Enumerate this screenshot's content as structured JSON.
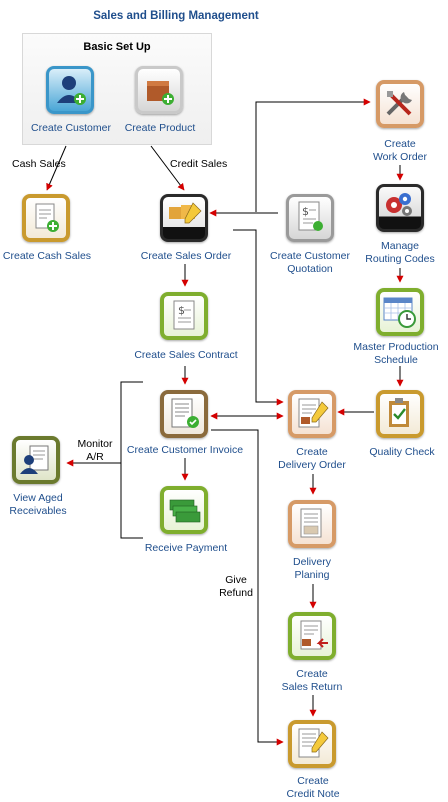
{
  "title": "Sales and Billing Management",
  "basic_setup": {
    "heading": "Basic Set Up",
    "create_customer": "Create Customer",
    "create_product": "Create Product"
  },
  "edges": {
    "cash_sales": "Cash Sales",
    "credit_sales": "Credit Sales",
    "monitor_ar": [
      "Monitor",
      "A/R"
    ],
    "give_refund": [
      "Give",
      "Refund"
    ]
  },
  "nodes": {
    "create_cash_sales": [
      "Create Cash Sales"
    ],
    "create_sales_order": [
      "Create Sales Order"
    ],
    "create_sales_contract": [
      "Create Sales Contract"
    ],
    "create_customer_invoice": [
      "Create Customer Invoice"
    ],
    "receive_payment": [
      "Receive Payment"
    ],
    "view_aged_receivables": [
      "View Aged",
      "Receivables"
    ],
    "create_work_order": [
      "Create",
      "Work Order"
    ],
    "manage_routing_codes": [
      "Manage",
      "Routing Codes"
    ],
    "master_production_schedule": [
      "Master Production",
      "Schedule"
    ],
    "quality_check": [
      "Quality Check"
    ],
    "create_customer_quotation": [
      "Create Customer",
      "Quotation"
    ],
    "create_delivery_order": [
      "Create",
      "Delivery Order"
    ],
    "delivery_planing": [
      "Delivery",
      "Planing"
    ],
    "create_sales_return": [
      "Create",
      "Sales Return"
    ],
    "create_credit_note": [
      "Create",
      "Credit Note"
    ]
  },
  "icons": {
    "create_customer": "user-add-icon",
    "create_product": "box-add-icon",
    "create_cash_sales": "document-add-icon",
    "create_sales_order": "boxes-pen-icon",
    "create_sales_contract": "contract-dollar-icon",
    "create_customer_invoice": "invoice-icon",
    "receive_payment": "money-stack-icon",
    "view_aged_receivables": "person-document-icon",
    "create_work_order": "tools-icon",
    "manage_routing_codes": "gears-icon",
    "master_production_schedule": "calendar-clock-icon",
    "quality_check": "clipboard-check-icon",
    "create_customer_quotation": "quote-document-icon",
    "create_delivery_order": "delivery-pen-icon",
    "delivery_planing": "delivery-plan-icon",
    "create_sales_return": "return-document-icon",
    "create_credit_note": "credit-note-pen-icon"
  },
  "colors": {
    "title": "#1f4e8c",
    "labels": "#1f4e8c",
    "connector": "#000000",
    "arrowhead": "#d40000"
  }
}
